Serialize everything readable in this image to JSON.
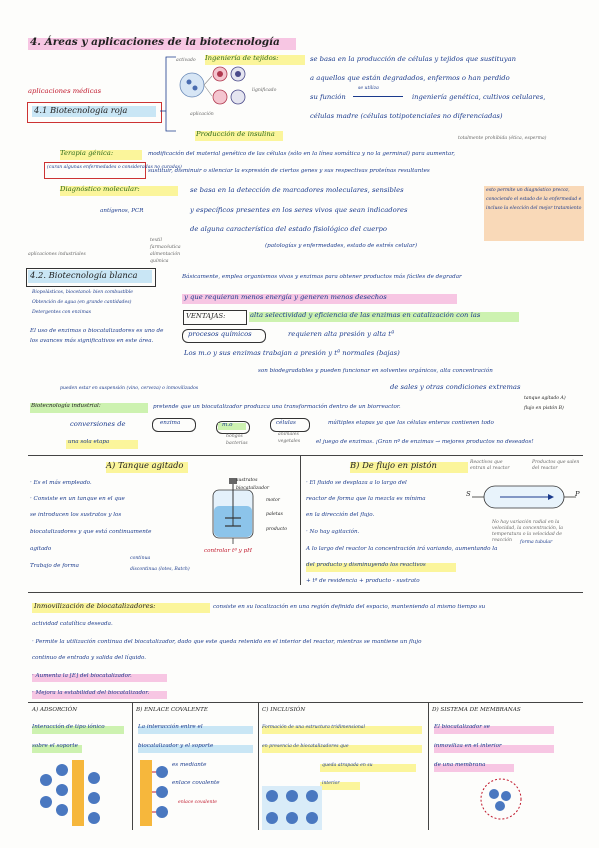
{
  "title": "4. Áreas y aplicaciones de la biotecnología",
  "roja": {
    "apps_label": "aplicaciones médicas",
    "heading": "4.1 Biotecnología roja",
    "ingenieria_label": "Ingeniería de tejidos:",
    "ingenieria_text1": "se basa en la producción de células y tejidos que sustituyan",
    "ingenieria_text2": "a aquellos que están degradados, enfermos o han perdido",
    "ingenieria_text3": "su función",
    "arrow_label": "se utiliza",
    "ingenieria_text4": "ingeniería genética, cultivos celulares,",
    "ingenieria_text5": "células madre (células totipotenciales no diferenciadas)",
    "insulina": "Producción de insulina",
    "fig_labels": [
      "activado",
      "lignificado",
      "aplicación"
    ],
    "terapia_label": "Terapia génica:",
    "terapia_side": "(curan algunas enfermedades o consideradas no curadas)",
    "terapia_note": "totalmente prohibida (ética, esperma)",
    "terapia_text1": "modificación del material genético de las células (sólo en la línea somática y no la germinal) para aumentar,",
    "terapia_text2": "sustituir, disminuir o silenciar la expresión de ciertos genes y sus respectivas proteínas resultantes",
    "diag_label": "Diagnóstico molecular:",
    "diag_text1": "se basa en la detección de marcadores moleculares, sensibles",
    "diag_text2": "y específicos presentes en los seres vivos que sean indicadores",
    "diag_text3": "de alguna característica del estado fisiológico del cuerpo",
    "diag_text4": "(patologías y enfermedades, estado de estrés celular)",
    "diag_sub": "antígenos, PCR",
    "diag_note": "esto permite un diagnóstico precoz, conociendo el estado de la enfermedad e incluso la elección del mejor tratamiento",
    "industriales": "aplicaciones industriales",
    "ind_items": [
      "textil",
      "farmacéutica",
      "alimentación",
      "química"
    ]
  },
  "blanca": {
    "heading": "4.2. Biotecnología blanca",
    "side_items": [
      "Biopolásticos, biocetanol: bien combustible",
      "Obtención de agua (en grande cantidades)",
      "Detergentes con enzimas"
    ],
    "basic1": "Básicamente, emplea organismos vivos y enzimas para obtener productos más fáciles de degradar",
    "basic2": "y que requieran menos energía y generen menos desechos",
    "ventajas_label": "VENTAJAS:",
    "ventajas_text": "alta selectividad y eficiencia de las enzimas en catalización con las",
    "side_note": "El uso de enzimas o biocatalizadores es uno de los avances más significativos en este área.",
    "procesos": "procesos químicos",
    "procesos_text": "requieren alta presión y alta tª",
    "los_mo": "Los m.o y sus enzimas trabajan a presión y tª normales (bajas)",
    "biodeg": "son biodegradables y pueden funcionar en solventes orgánicos, alta concentración",
    "biodeg2": "de sales y otras condiciones extremas",
    "suspension": "pueden estar en suspensión (vino, cerveza) o inmovilizados",
    "industrial_label": "Biotecnología industrial:",
    "industrial_text": "pretende que un biocatalizador produzca una transformación dentro de un biorreactor.",
    "reactores": [
      "tanque agitado A)",
      "flujo en pistón B)"
    ],
    "conversiones": "conversiones de",
    "enzima": "enzima",
    "mo": "m.o",
    "celulas": "células",
    "conv_text": "múltiples etapas ya que las células enteras contienen todo",
    "conv_text2": "el juego de enzimas. ¡Gran nº de enzimas → mejores productos no deseados!",
    "etapa": "una sola etapa",
    "sub_mo": [
      "hongos",
      "bacterias"
    ],
    "sub_cel": [
      "animales",
      "vegetales"
    ]
  },
  "tanque": {
    "heading": "A) Tanque agitado",
    "lines": [
      "· Es el más empleado.",
      "· Consiste en un tanque en el que",
      "se introducen los sustratos y los",
      "biocatalizadores y que está continuamente",
      "agitado"
    ],
    "trabajo": "Trabajo de forma",
    "modos": [
      "continua",
      "discontinua (lotes, Batch)"
    ],
    "fig_labels": [
      "sustratos",
      "biocatalizador",
      "motor",
      "paletas",
      "producto",
      "controlar tª y pH"
    ]
  },
  "flujo": {
    "heading": "B) De flujo en pistón",
    "lines": [
      "· El fluido se desplaza a lo largo del",
      "reactor de forma que la mezcla es mínima",
      "en la dirección del flujo.",
      "· No hay agitación.",
      "A lo largo del reactor la concentración irá variando, aumentando la",
      "del producto y disminuyendo los reactivos",
      "+ tª de residencia + producto - sustrato"
    ],
    "fig_left": "Reactivos que entran al reactor",
    "fig_right": "Productos que salen del reactor",
    "fig_bottom": "No hay variación radial en la velocidad, la concentración, la temperatura o la velocidad de reacción",
    "forma": "forma tubular",
    "labels": [
      "S",
      "P"
    ]
  },
  "inmov": {
    "heading": "Inmovilización de biocatalizadores:",
    "text1": "consiste en su localización en una región definida del espacio, manteniendo al mismo tiempo su",
    "text2": "actividad catalítica deseada.",
    "bullet1": "· Permite la utilización continua del biocatalizador, dado que este queda retenido en el interior del reactor, mientras se mantiene un flujo",
    "bullet1b": "continuo de entrada y salida del líquido.",
    "bullet2": "· Aumenta la [E] del biocatalizador.",
    "bullet3": "· Mejora la estabilidad del biocatalizador."
  },
  "methods": [
    {
      "title": "A) ADSORCIÓN",
      "lines": [
        "Interacción de tipo iónico",
        "sobre el soporte"
      ]
    },
    {
      "title": "B) ENLACE COVALENTE",
      "lines": [
        "La interacción entre el",
        "biocatalizador y el soporte",
        "es mediante",
        "enlace covalente"
      ],
      "note": "enlace covalente"
    },
    {
      "title": "C) INCLUSIÓN",
      "lines": [
        "Formación de una estructura tridimensional",
        "en presencia de biocatalizadores que",
        "queda atrapada en su",
        "interior"
      ]
    },
    {
      "title": "D) SISTEMA DE MEMBRANAS",
      "lines": [
        "El biocatalizador se",
        "inmoviliza en el interior",
        "de una membrana"
      ]
    }
  ],
  "colors": {
    "pink": "#f7c6e3",
    "yellow": "#fbf59b",
    "green": "#cdf2b0",
    "blue": "#c9e6f5",
    "ink": "#1a3a8c"
  }
}
